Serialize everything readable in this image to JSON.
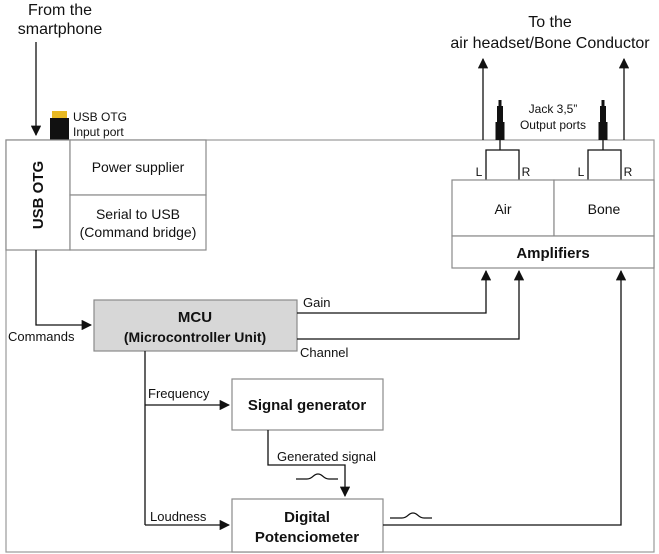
{
  "source": {
    "line1": "From the",
    "line2": "smartphone"
  },
  "destination": {
    "line1": "To the",
    "line2": "air headset/Bone Conductor"
  },
  "usb_port": {
    "line1": "USB OTG",
    "line2": "Input port"
  },
  "jack_ports": {
    "line1": "Jack 3,5”",
    "line2": "Output ports"
  },
  "usb_otg_block": {
    "label": "USB OTG"
  },
  "power_supplier": {
    "label": "Power supplier"
  },
  "serial_bridge": {
    "line1": "Serial to USB",
    "line2": "(Command bridge)"
  },
  "amplifiers": {
    "label": "Amplifiers",
    "air_label": "Air",
    "bone_label": "Bone",
    "left_label": "L",
    "right_label": "R"
  },
  "mcu": {
    "line1": "MCU",
    "line2": "(Microcontroller Unit)"
  },
  "signal_generator": {
    "label": "Signal generator"
  },
  "digital_potentiometer": {
    "line1": "Digital",
    "line2": "Potenciometer"
  },
  "signals": {
    "commands": "Commands",
    "gain": "Gain",
    "channel": "Channel",
    "frequency": "Frequency",
    "generated_signal": "Generated signal",
    "loudness": "Loudness"
  },
  "colors": {
    "box_border": "#8a8a8a",
    "mcu_fill": "#d7d7d7",
    "usb_connector": "#e8b923",
    "wire": "#111111"
  }
}
